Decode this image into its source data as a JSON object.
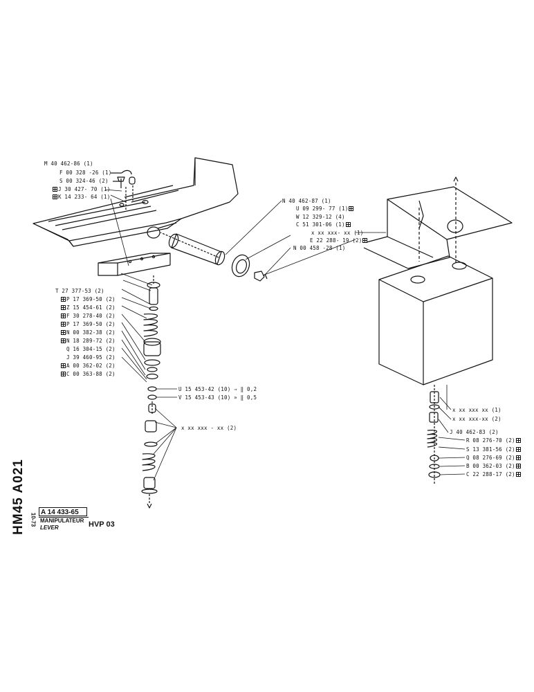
{
  "title_block": {
    "side_code": "HM45 A021",
    "date_code": "10-73",
    "ref_number": "A 14 433-65",
    "title_fr": "MANIPULATEUR",
    "title_en": "LEVER",
    "model": "HVP 03"
  },
  "pedal_labels": [
    "M 40 462-86 (1)",
    "F 00 328 -26 (1)",
    "S 00 324-46 (2)",
    "J 30 427- 70 (1)",
    "K 14 233- 64 (1)"
  ],
  "shaft_labels": [
    "N 40 462-87 (1)",
    "U 09 299- 77 (1)",
    "W 12 329-12 (4)",
    "C 51 301-06 (1)",
    "x xx xxx- xx (1)",
    "E 22 288- 19 (2)",
    "N 00 458 -28 (1)"
  ],
  "spring_stack_labels": [
    "T 27 377-53 (2)",
    "P 17 369-50 (2)",
    "Z 15 454-61 (2)",
    "F 30 278-40 (2)",
    "P 17 369-50 (2)",
    "N 00 382-38 (2)",
    "N 18 289-72 (2)",
    "Q 16 304-15 (2)",
    "J 39 460-95 (2)",
    "A 00 362-02 (2)",
    "C 00 363-88 (2)"
  ],
  "shim_labels": [
    "U 15 453-42 (10)",
    "V 15 453-43 (10)",
    "x xx xxx - xx (2)"
  ],
  "shim_notes": [
    "0,2",
    "0,5"
  ],
  "valve_labels": [
    "x xx xxx xx (1)",
    "x xx xxx-xx (2)",
    "J 40 462-83 (2)",
    "R 08 276-70 (2)",
    "S 13 381-56 (2)",
    "Q 08 276-69 (2)",
    "B 00 362-03 (2)",
    "C 22 288-17 (2)"
  ]
}
